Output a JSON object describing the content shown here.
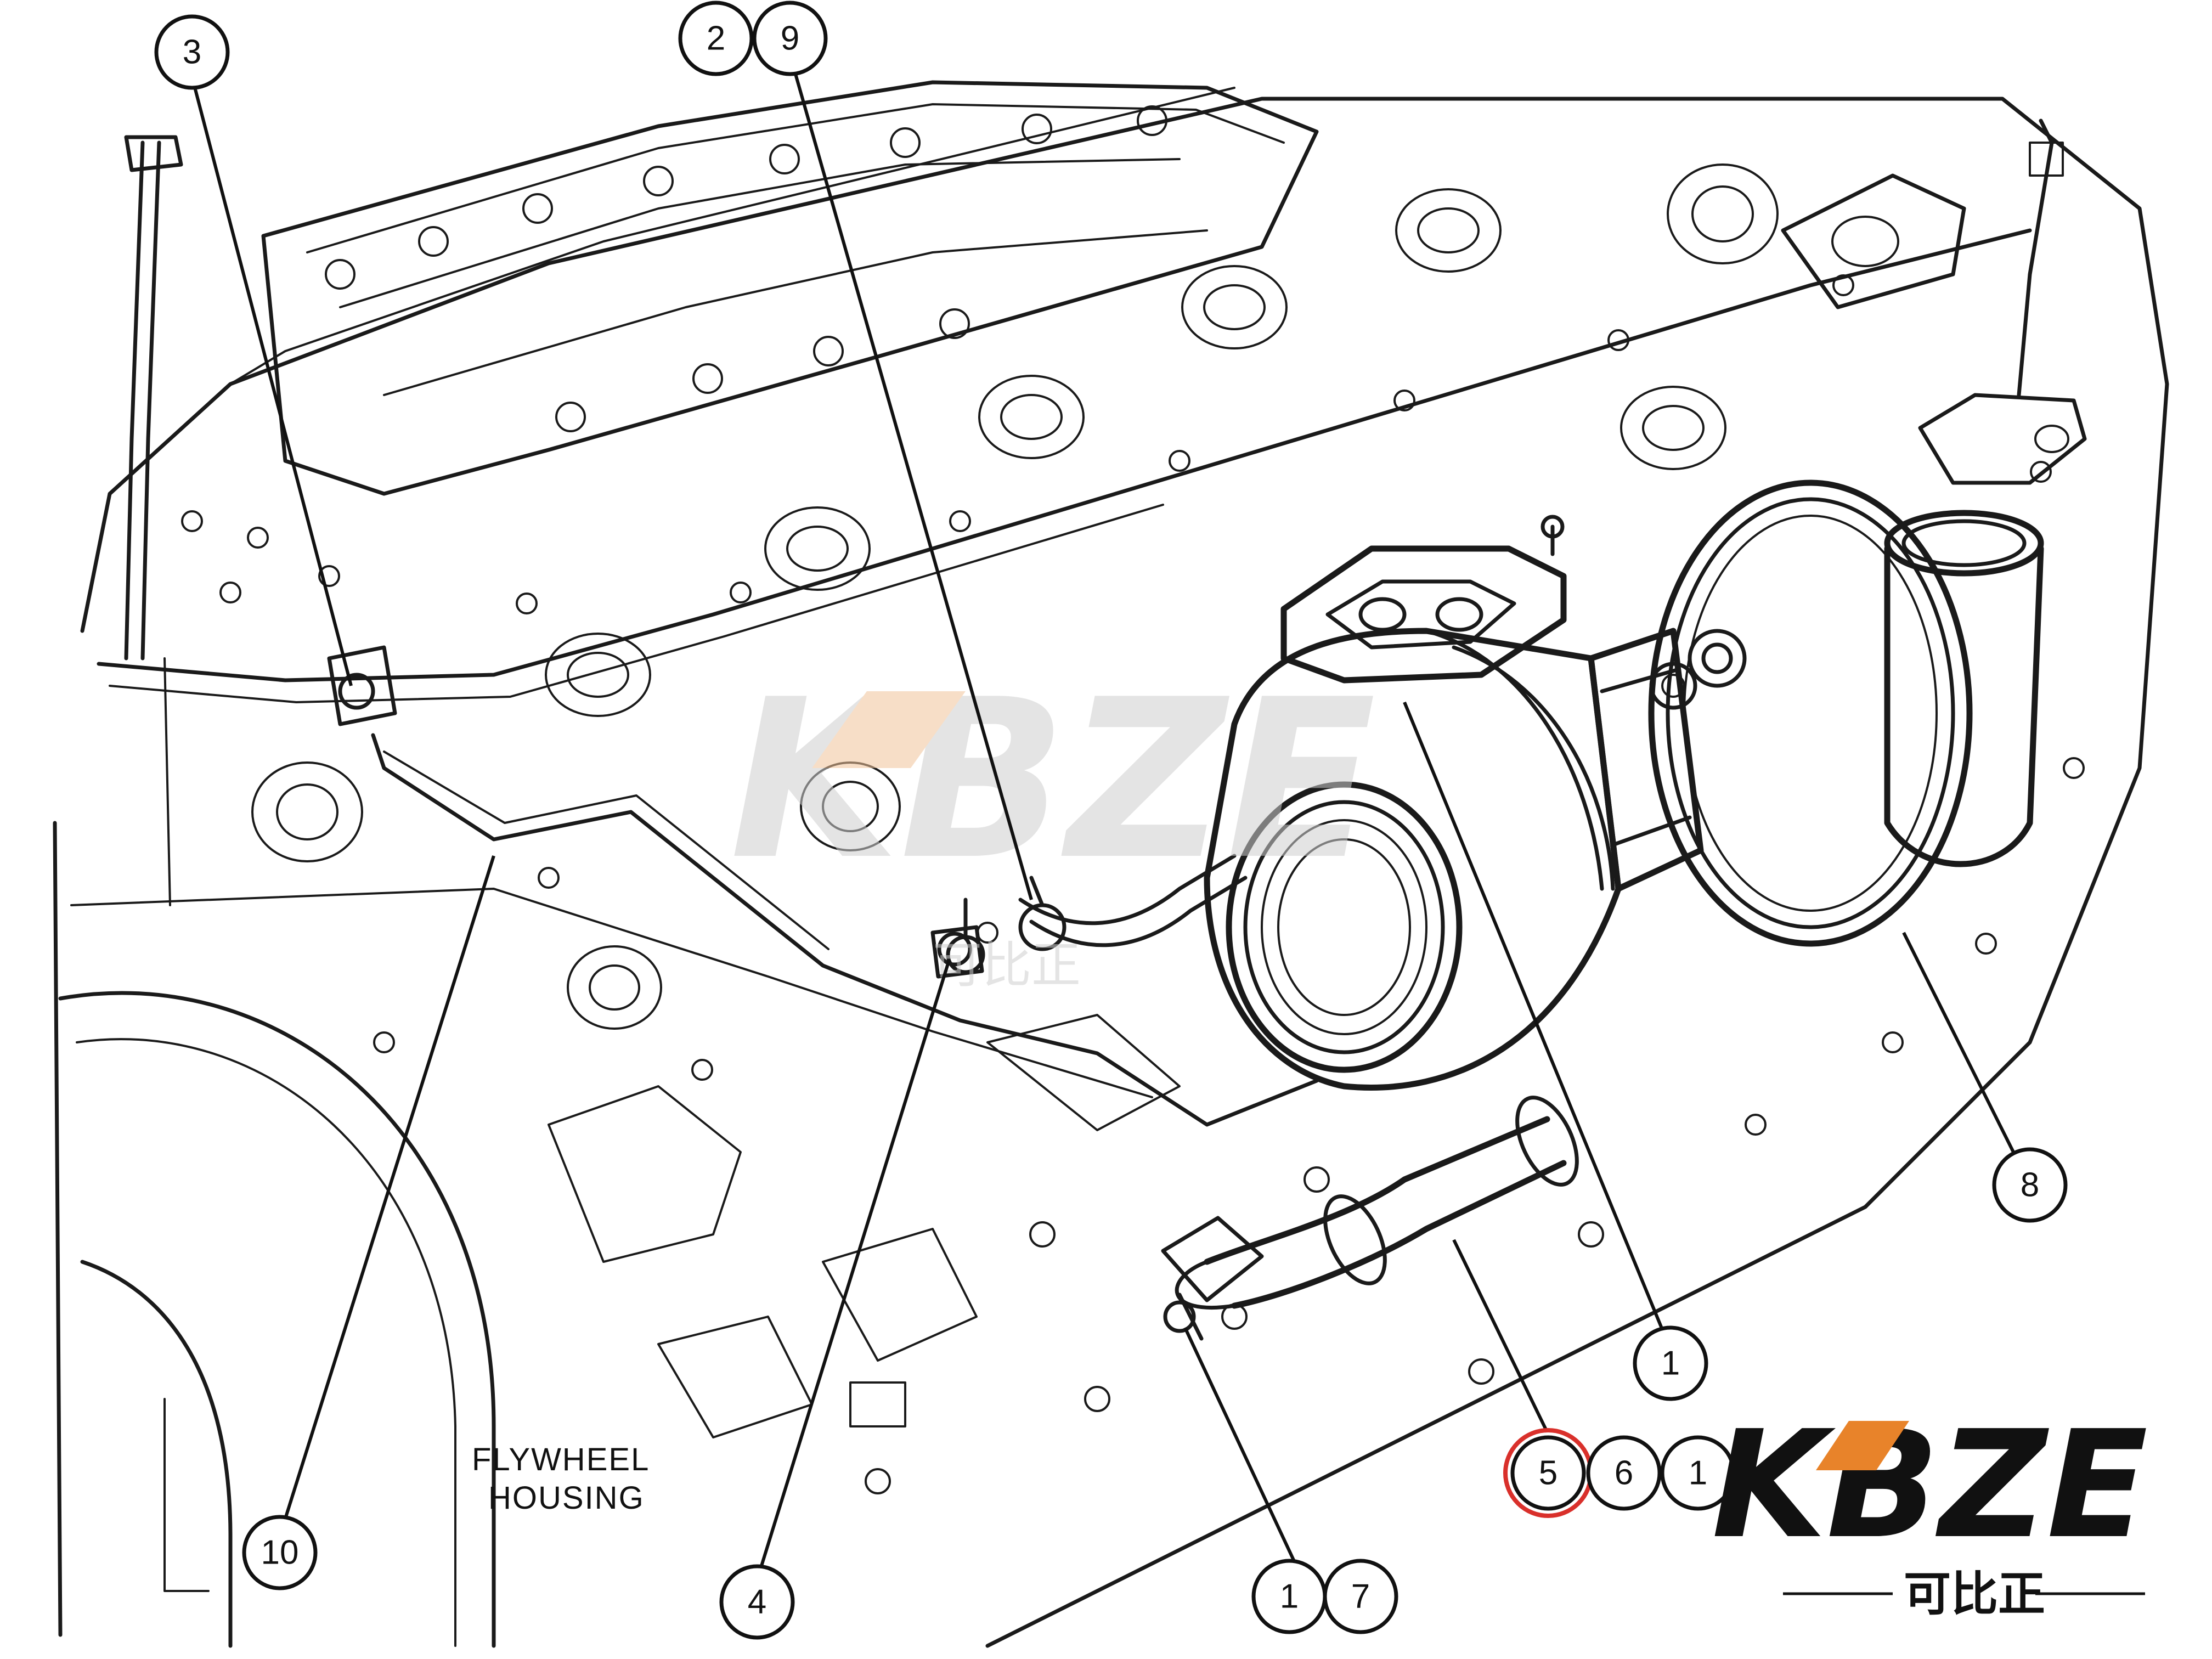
{
  "diagram": {
    "callouts": [
      {
        "id": "c3",
        "text": "3"
      },
      {
        "id": "c2",
        "text": "2"
      },
      {
        "id": "c9",
        "text": "9"
      },
      {
        "id": "c8",
        "text": "8"
      },
      {
        "id": "c1a",
        "text": "1"
      },
      {
        "id": "c10",
        "text": "10"
      },
      {
        "id": "c4",
        "text": "4"
      },
      {
        "id": "c1b",
        "text": "1"
      },
      {
        "id": "c7",
        "text": "7"
      },
      {
        "id": "c5",
        "text": "5"
      },
      {
        "id": "c6",
        "text": "6"
      },
      {
        "id": "c1c",
        "text": "1"
      }
    ],
    "highlighted_callout": "5",
    "highlight_color": "#d9302b",
    "label_line1": "FLYWHEEL",
    "label_line2": "HOUSING"
  },
  "branding": {
    "logo_text": "KBZE",
    "logo_subtext": "可比正",
    "logo_color": "#111111",
    "logo_accent_color": "#e8832a",
    "watermark_color": "#cfcfcf"
  }
}
